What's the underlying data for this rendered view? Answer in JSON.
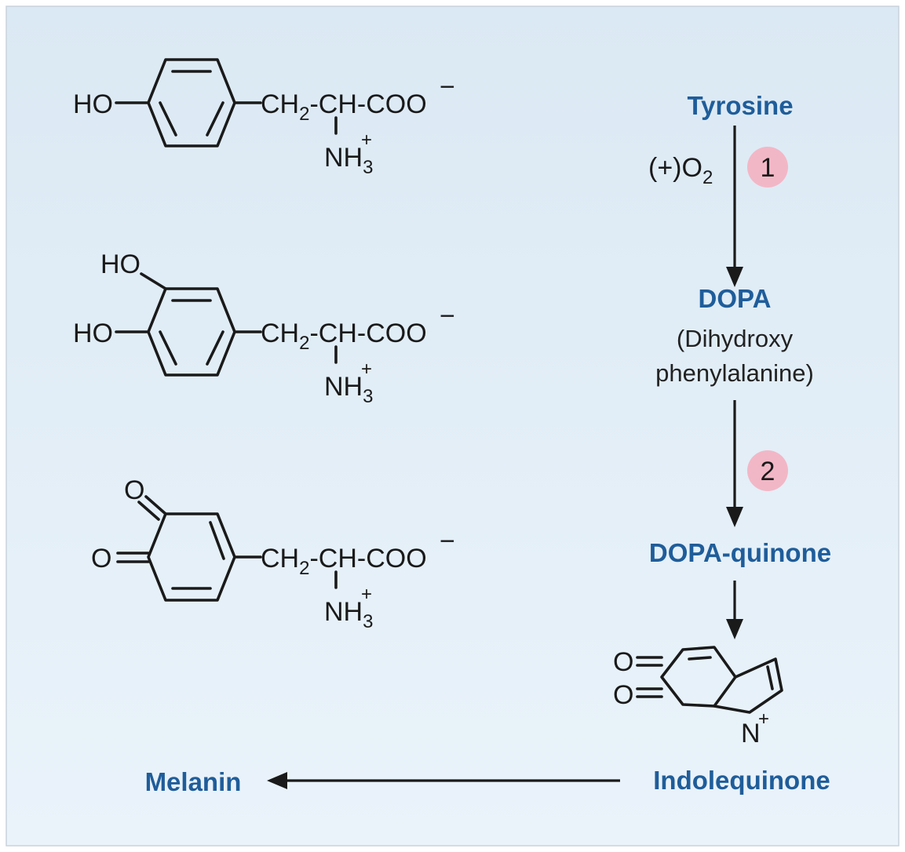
{
  "colors": {
    "background_top": "#dbe9f4",
    "background_bottom": "#eaf3fa",
    "name_text": "#1f5d9a",
    "step_badge": "#f2b7c6",
    "ink": "#1a1a1a"
  },
  "structures": {
    "tyrosine": {
      "ho": "HO",
      "chain": "CH",
      "chain_sub": "2",
      "chain_rest": "-CH-COO",
      "charge_neg": "−",
      "plus": "+",
      "nh": "NH",
      "nh_sub": "3"
    },
    "dopa": {
      "ho_top": "HO",
      "ho": "HO",
      "chain": "CH",
      "chain_sub": "2",
      "chain_rest": "-CH-COO",
      "charge_neg": "−",
      "plus": "+",
      "nh": "NH",
      "nh_sub": "3"
    },
    "dopaquinone": {
      "o_top": "O",
      "o": "O",
      "chain": "CH",
      "chain_sub": "2",
      "chain_rest": "-CH-COO",
      "charge_neg": "−",
      "plus": "+",
      "nh": "NH",
      "nh_sub": "3"
    },
    "indolequinone": {
      "o_top": "O",
      "o_bottom": "O",
      "n": "N",
      "n_plus": "+"
    }
  },
  "pathway": {
    "tyrosine": "Tyrosine",
    "step1_reagent": "(+)O",
    "step1_reagent_sub": "2",
    "step1": "1",
    "dopa": "DOPA",
    "dopa_full_line1": "(Dihydroxy",
    "dopa_full_line2": "phenylalanine)",
    "step2": "2",
    "dopaquinone": "DOPA-quinone",
    "indolequinone": "Indolequinone",
    "melanin": "Melanin"
  }
}
